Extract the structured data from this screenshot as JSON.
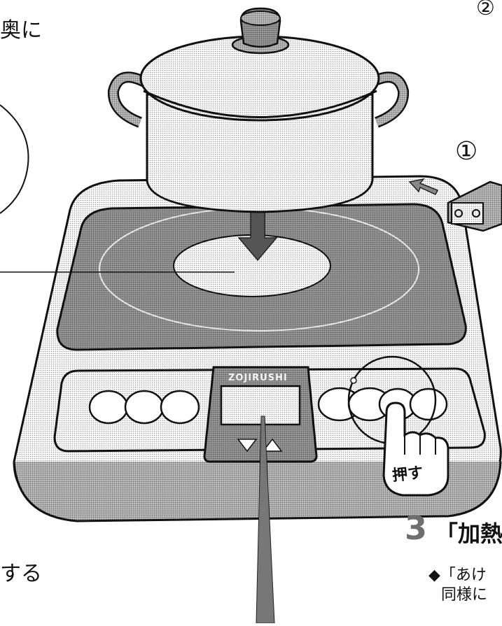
{
  "labels": {
    "top_left": "奥に",
    "bottom_left": "する",
    "circled_1": "①",
    "circled_2": "②",
    "step_number": "3",
    "step_title": "「加熱",
    "note_line1": "◆「あけ",
    "note_line2": "同様に",
    "push": "押す",
    "logo": "ZOJIRUSHI"
  },
  "colors": {
    "line": "#111111",
    "stipple": "#9a9a9a",
    "plate": "#8c8c8c",
    "body": "#c9c9c9",
    "white": "#ffffff"
  }
}
